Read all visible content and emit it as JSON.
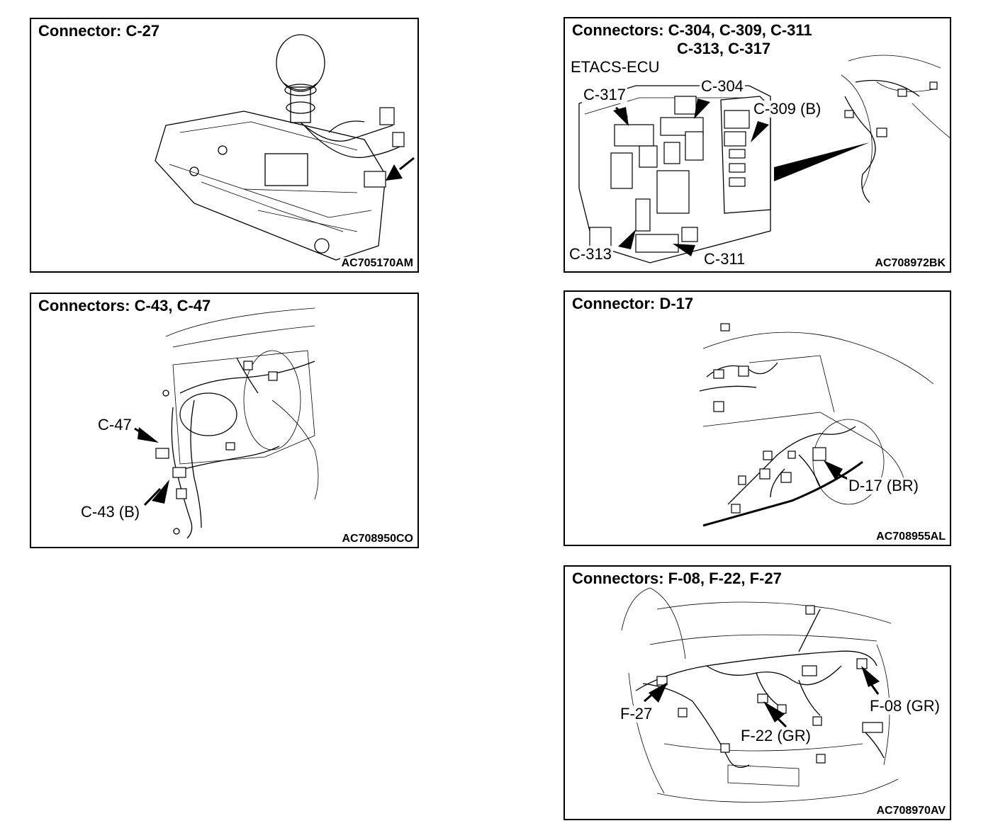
{
  "panels": [
    {
      "title": "Connector: C-27",
      "code": "AC705170AM",
      "labels": []
    },
    {
      "title": "Connectors: C-304, C-309, C-311",
      "title_line2": "C-313, C-317",
      "code": "AC708972BK",
      "labels": [
        "ETACS-ECU",
        "C-317",
        "C-304",
        "C-309 (B)",
        "C-313",
        "C-311"
      ]
    },
    {
      "title": "Connectors: C-43, C-47",
      "code": "AC708950CO",
      "labels": [
        "C-47",
        "C-43 (B)"
      ]
    },
    {
      "title": "Connector: D-17",
      "code": "AC708955AL",
      "labels": [
        "D-17 (BR)"
      ]
    },
    {
      "title": "Connectors: F-08, F-22, F-27",
      "code": "AC708970AV",
      "labels": [
        "F-27",
        "F-22 (GR)",
        "F-08 (GR)"
      ]
    }
  ]
}
